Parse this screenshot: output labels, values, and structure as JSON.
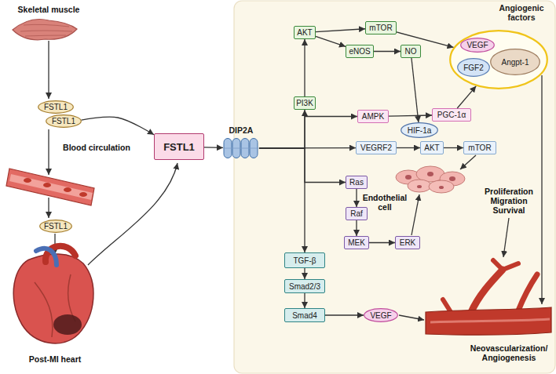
{
  "diagram": {
    "nodes": [
      {
        "text": [
          "FSTL1"
        ]
      },
      {
        "text": [
          "FSTL1"
        ]
      },
      {
        "text": [
          "FSTL1"
        ]
      },
      {
        "text": [
          "FSTL1"
        ]
      },
      {
        "text": [
          "DIP2A"
        ]
      },
      {
        "text": [
          "AKT"
        ]
      },
      {
        "text": [
          "mTOR"
        ]
      },
      {
        "text": [
          "Angiogenic factors"
        ]
      },
      {
        "text": [
          "VEGF"
        ],
        "in": 7
      },
      {
        "text": [
          "FGF2"
        ],
        "in": 7
      },
      {
        "text": [
          "Angpt-1"
        ],
        "in": 7
      },
      {
        "text": [
          "eNOS"
        ]
      },
      {
        "text": [
          "NO"
        ]
      },
      {
        "text": [
          "PI3K"
        ]
      },
      {
        "text": [
          "HIF-1a"
        ]
      },
      {
        "text": [
          "AMPK"
        ]
      },
      {
        "text": [
          "PGC-1α"
        ]
      },
      {
        "text": [
          "VEGRF2"
        ]
      },
      {
        "text": [
          "AKT"
        ]
      },
      {
        "text": [
          "mTOR"
        ]
      },
      {
        "text": [
          "Ras"
        ]
      },
      {
        "text": [
          "Raf"
        ]
      },
      {
        "text": [
          "MEK"
        ]
      },
      {
        "text": [
          "ERK"
        ]
      },
      {
        "text": [
          "TGF-β"
        ]
      },
      {
        "text": [
          "Smad2/3"
        ]
      },
      {
        "text": [
          "Smad4"
        ]
      },
      {
        "text": [
          "VEGF"
        ]
      }
    ],
    "edges": [
      {
        "from": 1,
        "to": 3,
        "arrow": "to"
      },
      {
        "from": 3,
        "to": 4,
        "arrow": "to"
      },
      {
        "from": 4,
        "to": 13,
        "arrow": "to"
      },
      {
        "from": 4,
        "to": 15,
        "arrow": "to"
      },
      {
        "from": 4,
        "to": 17,
        "arrow": "to"
      },
      {
        "from": 4,
        "to": 20,
        "arrow": "to"
      },
      {
        "from": 4,
        "to": 24,
        "arrow": "to"
      },
      {
        "from": 13,
        "to": 5,
        "arrow": "to"
      },
      {
        "from": 5,
        "to": 6,
        "arrow": "to"
      },
      {
        "from": 5,
        "to": 11,
        "arrow": "to"
      },
      {
        "from": 11,
        "to": 12,
        "arrow": "to"
      },
      {
        "from": 12,
        "to": 14,
        "arrow": "to"
      },
      {
        "from": 6,
        "to": 7,
        "arrow": "to"
      },
      {
        "from": 15,
        "to": 16,
        "arrow": "to"
      },
      {
        "from": 16,
        "to": 7,
        "arrow": "to"
      },
      {
        "from": 17,
        "to": 18,
        "arrow": "to"
      },
      {
        "from": 18,
        "to": 19,
        "arrow": "to"
      },
      {
        "from": 20,
        "to": 21,
        "arrow": "to"
      },
      {
        "from": 21,
        "to": 22,
        "arrow": "to"
      },
      {
        "from": 22,
        "to": 23,
        "arrow": "to"
      },
      {
        "from": 24,
        "to": 25,
        "arrow": "to"
      },
      {
        "from": 25,
        "to": 26,
        "arrow": "to"
      },
      {
        "from": 26,
        "to": 27,
        "arrow": "to"
      }
    ],
    "labels": [
      "Skeletal muscle",
      "Blood circulation",
      "Post-MI heart",
      "Endothelial cell",
      "Proliferation Migration Survival",
      "Neovascularization/ Angiogenesis"
    ]
  }
}
